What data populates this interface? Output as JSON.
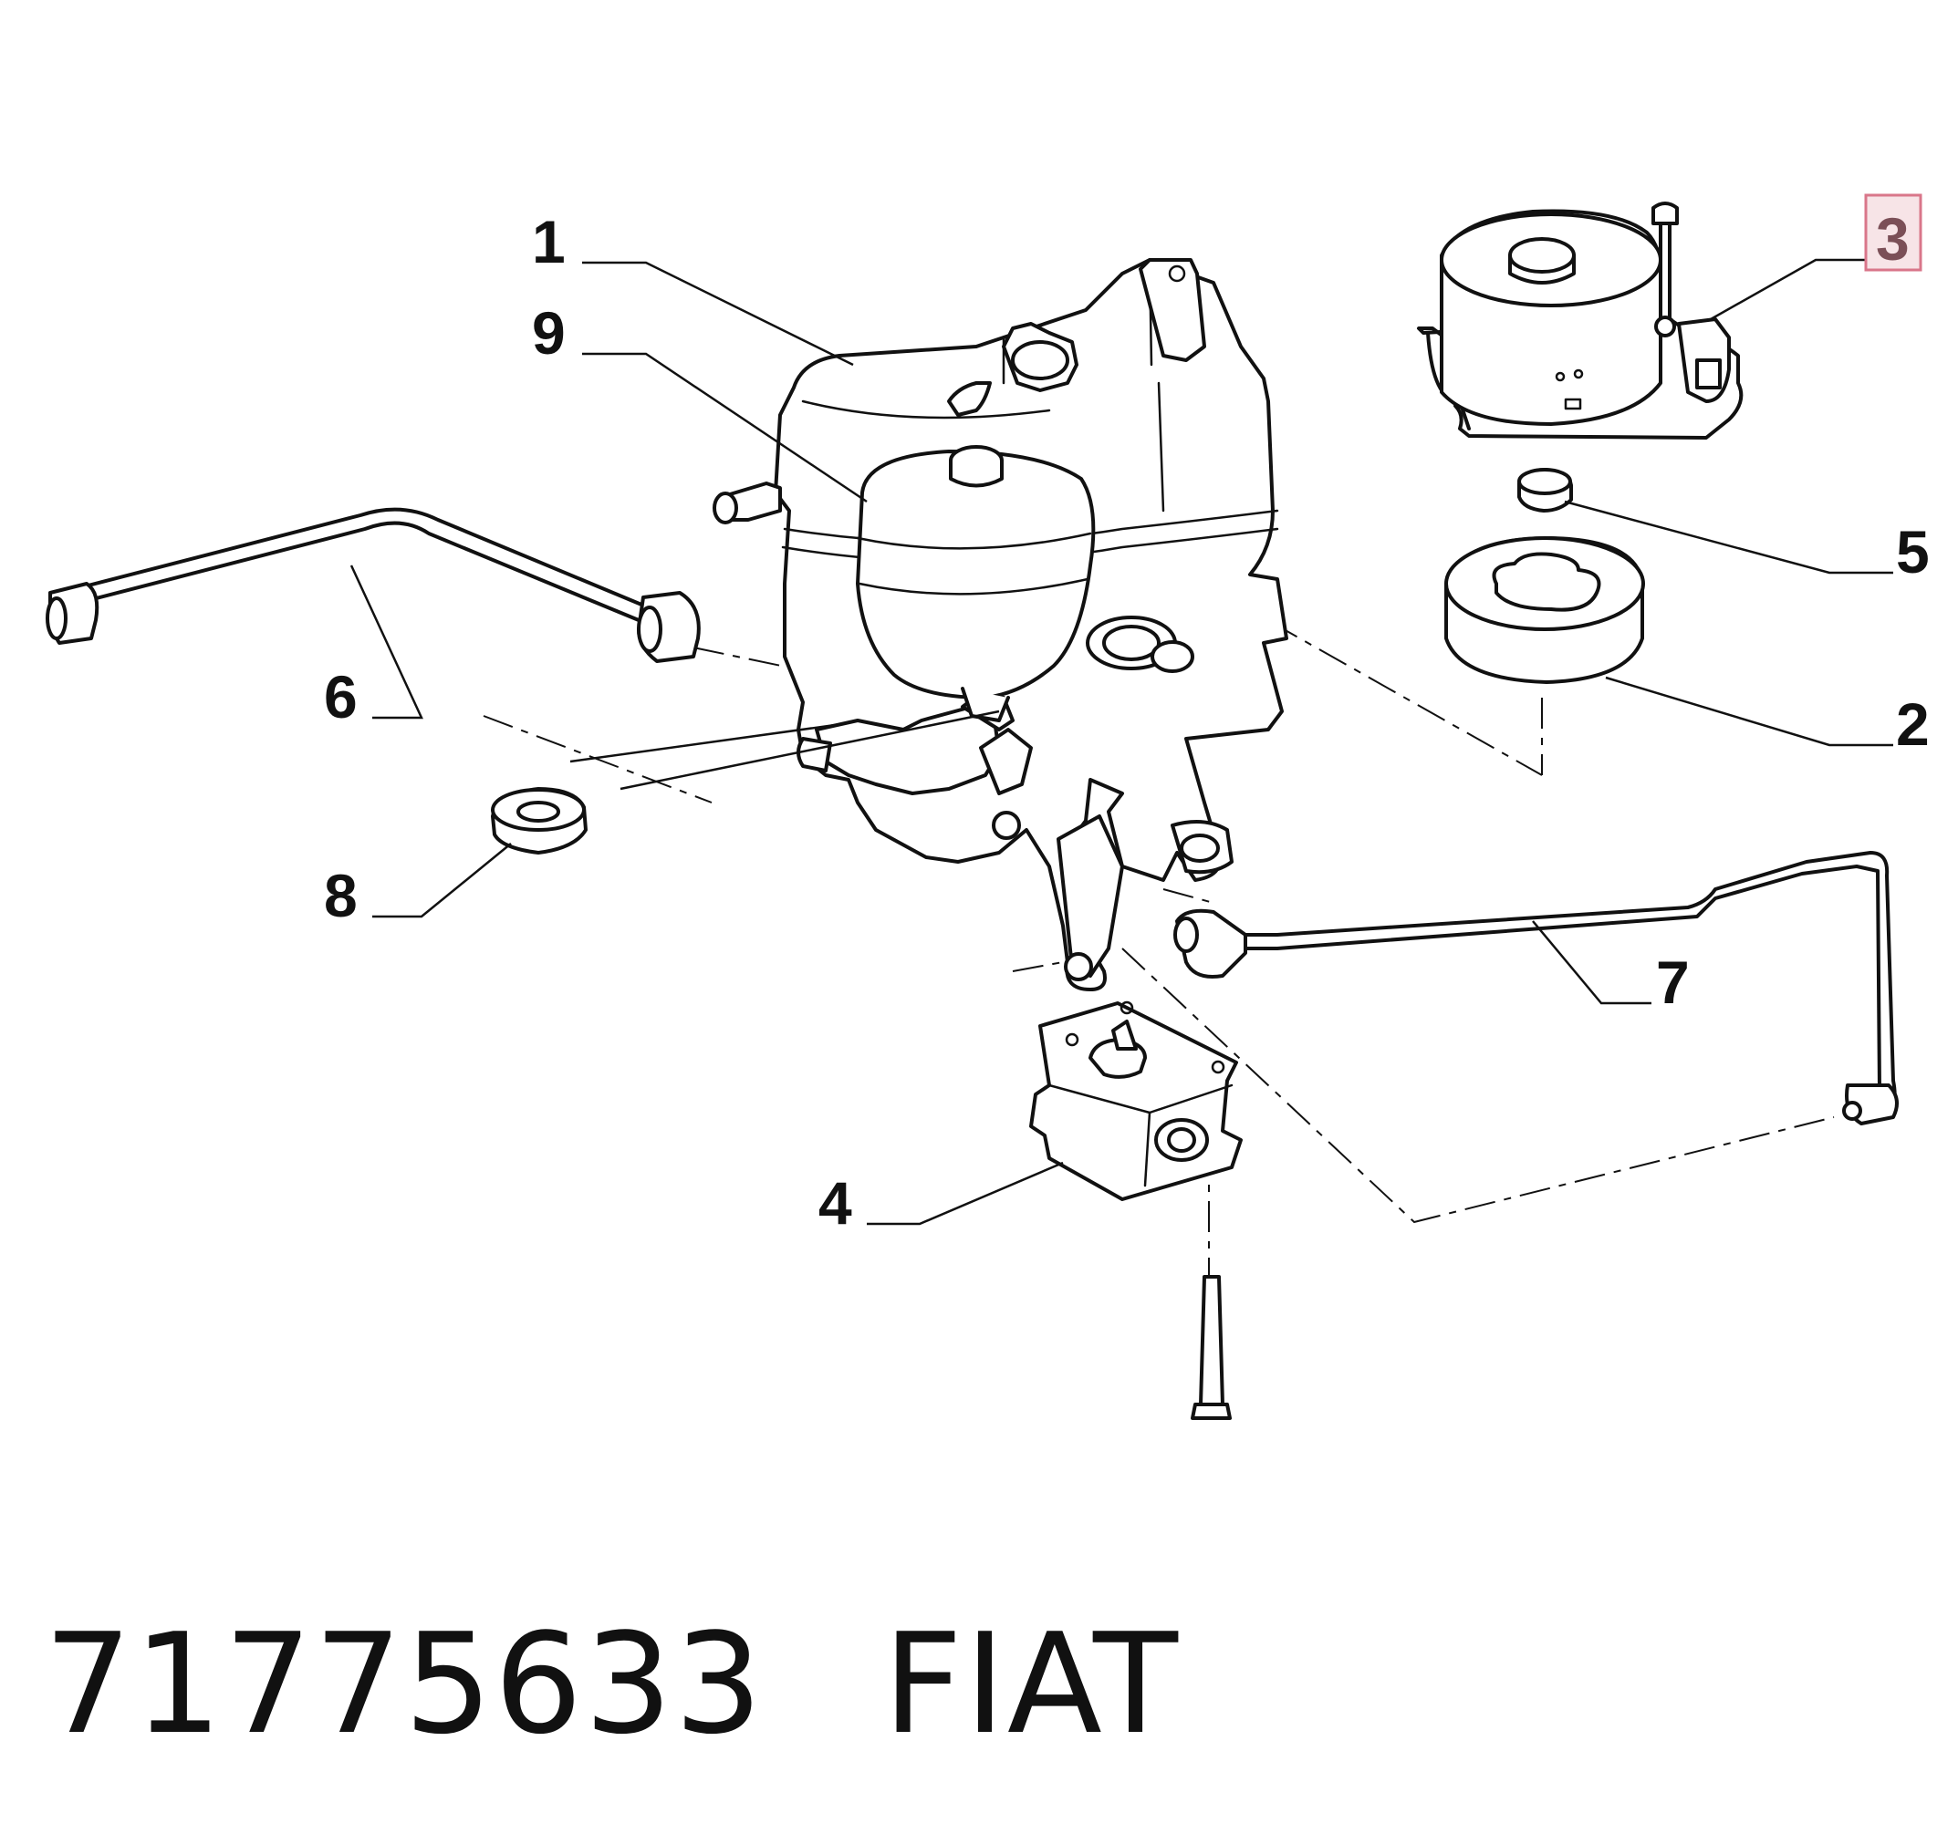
{
  "callouts": [
    {
      "id": "1",
      "label": "1"
    },
    {
      "id": "2",
      "label": "2"
    },
    {
      "id": "3",
      "label": "3",
      "highlighted": true
    },
    {
      "id": "4",
      "label": "4"
    },
    {
      "id": "5",
      "label": "5"
    },
    {
      "id": "6",
      "label": "6"
    },
    {
      "id": "7",
      "label": "7"
    },
    {
      "id": "8",
      "label": "8"
    },
    {
      "id": "9",
      "label": "9"
    }
  ],
  "caption": {
    "part_number": "71775633",
    "brand": "FIAT"
  },
  "colors": {
    "line": "#111111",
    "background": "#ffffff",
    "highlight_border": "#d9768a",
    "highlight_fill": "#f7e4e7",
    "highlight_text": "#7b4f57"
  }
}
